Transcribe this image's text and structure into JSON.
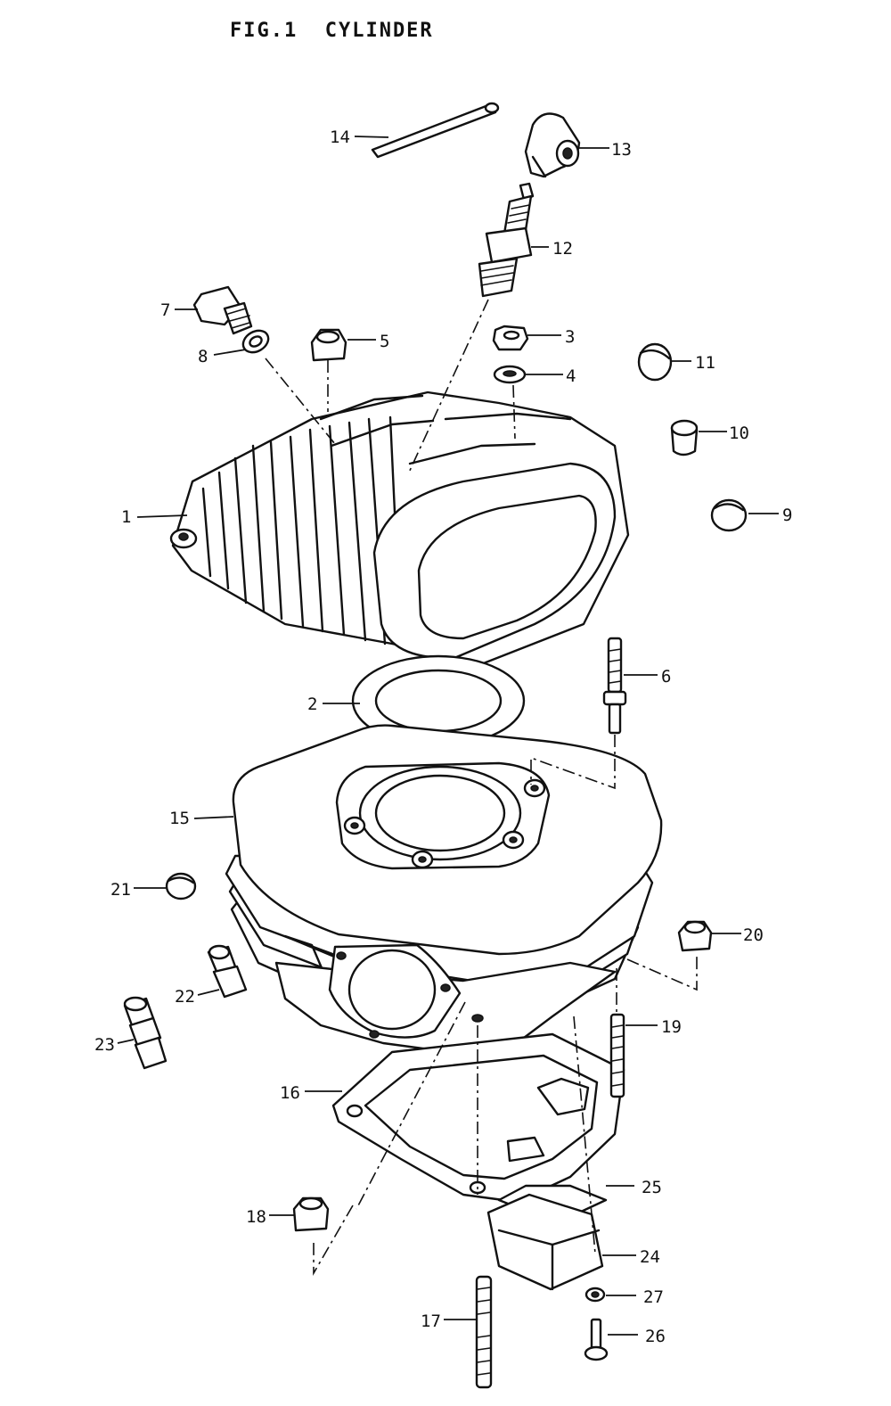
{
  "figure": {
    "title": "FIG.1  CYLINDER"
  },
  "callouts": [
    {
      "id": "1",
      "label": "1"
    },
    {
      "id": "2",
      "label": "2"
    },
    {
      "id": "3",
      "label": "3"
    },
    {
      "id": "4",
      "label": "4"
    },
    {
      "id": "5",
      "label": "5"
    },
    {
      "id": "6",
      "label": "6"
    },
    {
      "id": "7",
      "label": "7"
    },
    {
      "id": "8",
      "label": "8"
    },
    {
      "id": "9",
      "label": "9"
    },
    {
      "id": "10",
      "label": "10"
    },
    {
      "id": "11",
      "label": "11"
    },
    {
      "id": "12",
      "label": "12"
    },
    {
      "id": "13",
      "label": "13"
    },
    {
      "id": "14",
      "label": "14"
    },
    {
      "id": "15",
      "label": "15"
    },
    {
      "id": "16",
      "label": "16"
    },
    {
      "id": "17",
      "label": "17"
    },
    {
      "id": "18",
      "label": "18"
    },
    {
      "id": "19",
      "label": "19"
    },
    {
      "id": "20",
      "label": "20"
    },
    {
      "id": "21",
      "label": "21"
    },
    {
      "id": "22",
      "label": "22"
    },
    {
      "id": "23",
      "label": "23"
    },
    {
      "id": "24",
      "label": "24"
    },
    {
      "id": "25",
      "label": "25"
    },
    {
      "id": "26",
      "label": "26"
    },
    {
      "id": "27",
      "label": "27"
    }
  ]
}
